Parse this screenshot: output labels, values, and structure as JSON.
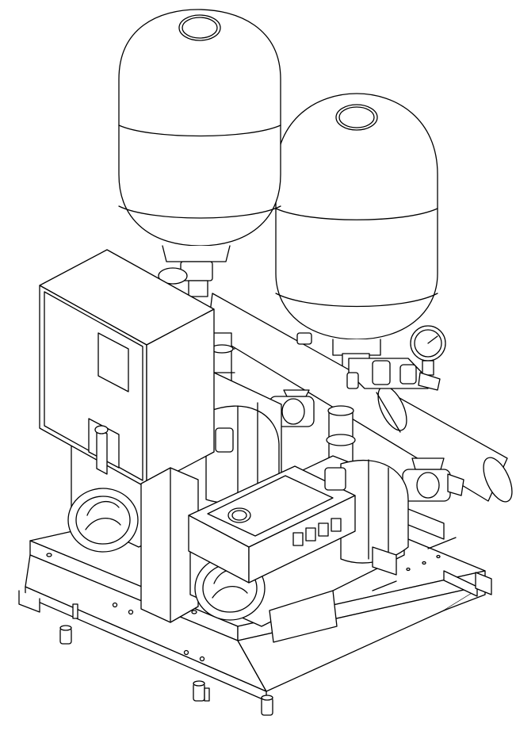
{
  "drawing": {
    "subject": "booster-set-line-drawing",
    "line_color": "#000000",
    "background_color": "#ffffff",
    "components": [
      "pressure-vessel-left",
      "pressure-vessel-right",
      "control-box",
      "main-switch-handle",
      "discharge-manifold",
      "pressure-gauge",
      "pump-left",
      "pump-right",
      "pump-controller",
      "isolation-valves",
      "check-valves",
      "base-frame",
      "mounting-feet"
    ]
  }
}
